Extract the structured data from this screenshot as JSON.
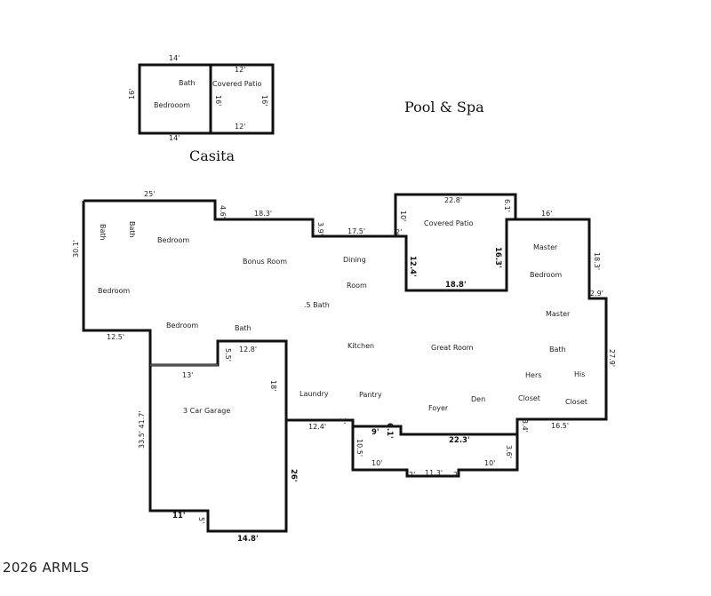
{
  "casita": {
    "title": "Casita",
    "rooms": {
      "bath": "Bath",
      "bedroom": "Bedrooom",
      "covered_patio": "Covered Patio"
    },
    "dims": {
      "top_left": "14'",
      "top_right": "12'",
      "bottom_left": "14'",
      "bottom_right": "12'",
      "left": "16'",
      "mid_left": "16'",
      "right": "16'"
    }
  },
  "pool_label": "Pool & Spa",
  "main": {
    "rooms": {
      "bath_v1": "Bath",
      "bath_v2": "Bath",
      "bedroom_top": "Bedroom",
      "bonus_room": "Bonus Room",
      "dining": "Dining",
      "room": "Room",
      "covered_patio": "Covered Patio",
      "master": "Master",
      "master_bedroom": "Bedroom",
      "bedroom_left": "Bedroom",
      "half_bath": ".5 Bath",
      "master2": "Master",
      "bedroom_lower": "Bedroom",
      "bath_mid": "Bath",
      "kitchen": "Kitchen",
      "great_room": "Great Room",
      "master_bath": "Bath",
      "hers": "Hers",
      "his": "His",
      "garage": "3 Car Garage",
      "laundry": "Laundry",
      "pantry": "Pantry",
      "den": "Den",
      "closet1": "Closet",
      "closet2": "Closet",
      "foyer": "Foyer"
    },
    "dims": {
      "top_25": "25'",
      "d46": "4.6'",
      "d183": "18.3'",
      "d39": "3.9'",
      "d175": "17.5'",
      "d2a": "2'",
      "d10": "10'",
      "d228": "22.8'",
      "d61": "6.1'",
      "d16": "16'",
      "d301": "30.1'",
      "d124": "12.4'",
      "d163": "16.3'",
      "d188": "18.8'",
      "d183b": "18.3'",
      "d29": "2.9'",
      "d125": "12.5'",
      "d128": "12.8'",
      "d55": "5.5'",
      "d13": "13'",
      "d18": "18'",
      "d279": "27.9'",
      "d335": "33.5' 41.7'",
      "d124b": "12.4'",
      "d1b": "1'",
      "d9": "9'",
      "d61b": "6.1'",
      "d223": "22.3'",
      "d34": "3.4'",
      "d165": "16.5'",
      "d105": "10.5'",
      "d36": "3.6'",
      "d10b": "10'",
      "d10c": "10'",
      "d2b": "2'",
      "d113": "11.3'",
      "d2c": "2'",
      "d26": "26'",
      "d11": "11'",
      "d5": "5'",
      "d148": "14.8'"
    }
  },
  "copyright": "2026 ARMLS"
}
